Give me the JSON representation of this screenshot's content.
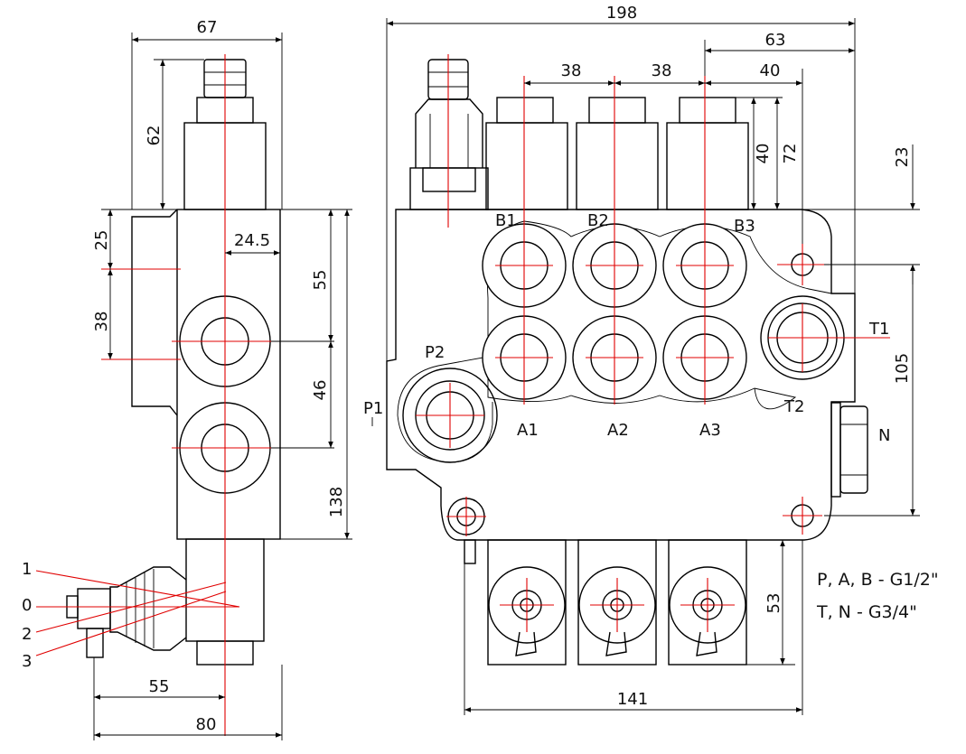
{
  "dimensions": {
    "side_width": "67",
    "side_handle_height": "62",
    "side_top_25": "25",
    "side_port_38": "38",
    "side_offset": "24.5",
    "side_55": "55",
    "side_46": "46",
    "side_138": "138",
    "lever_55": "55",
    "lever_80": "80",
    "front_width": "198",
    "front_63": "63",
    "spacing_38_a": "38",
    "spacing_38_b": "38",
    "spacing_40": "40",
    "cap_40": "40",
    "cap_72": "72",
    "right_23": "23",
    "right_105": "105",
    "bottom_53": "53",
    "bottom_141": "141"
  },
  "lever_positions": [
    "1",
    "0",
    "2",
    "3"
  ],
  "ports": {
    "b1": "B1",
    "b2": "B2",
    "b3": "B3",
    "a1": "A1",
    "a2": "A2",
    "a3": "A3",
    "p1": "P1",
    "p2": "P2",
    "t1": "T1",
    "t2": "T2",
    "n": "N"
  },
  "thread_notes": [
    "P, A, B - G1/2\"",
    "T, N - G3/4\""
  ]
}
